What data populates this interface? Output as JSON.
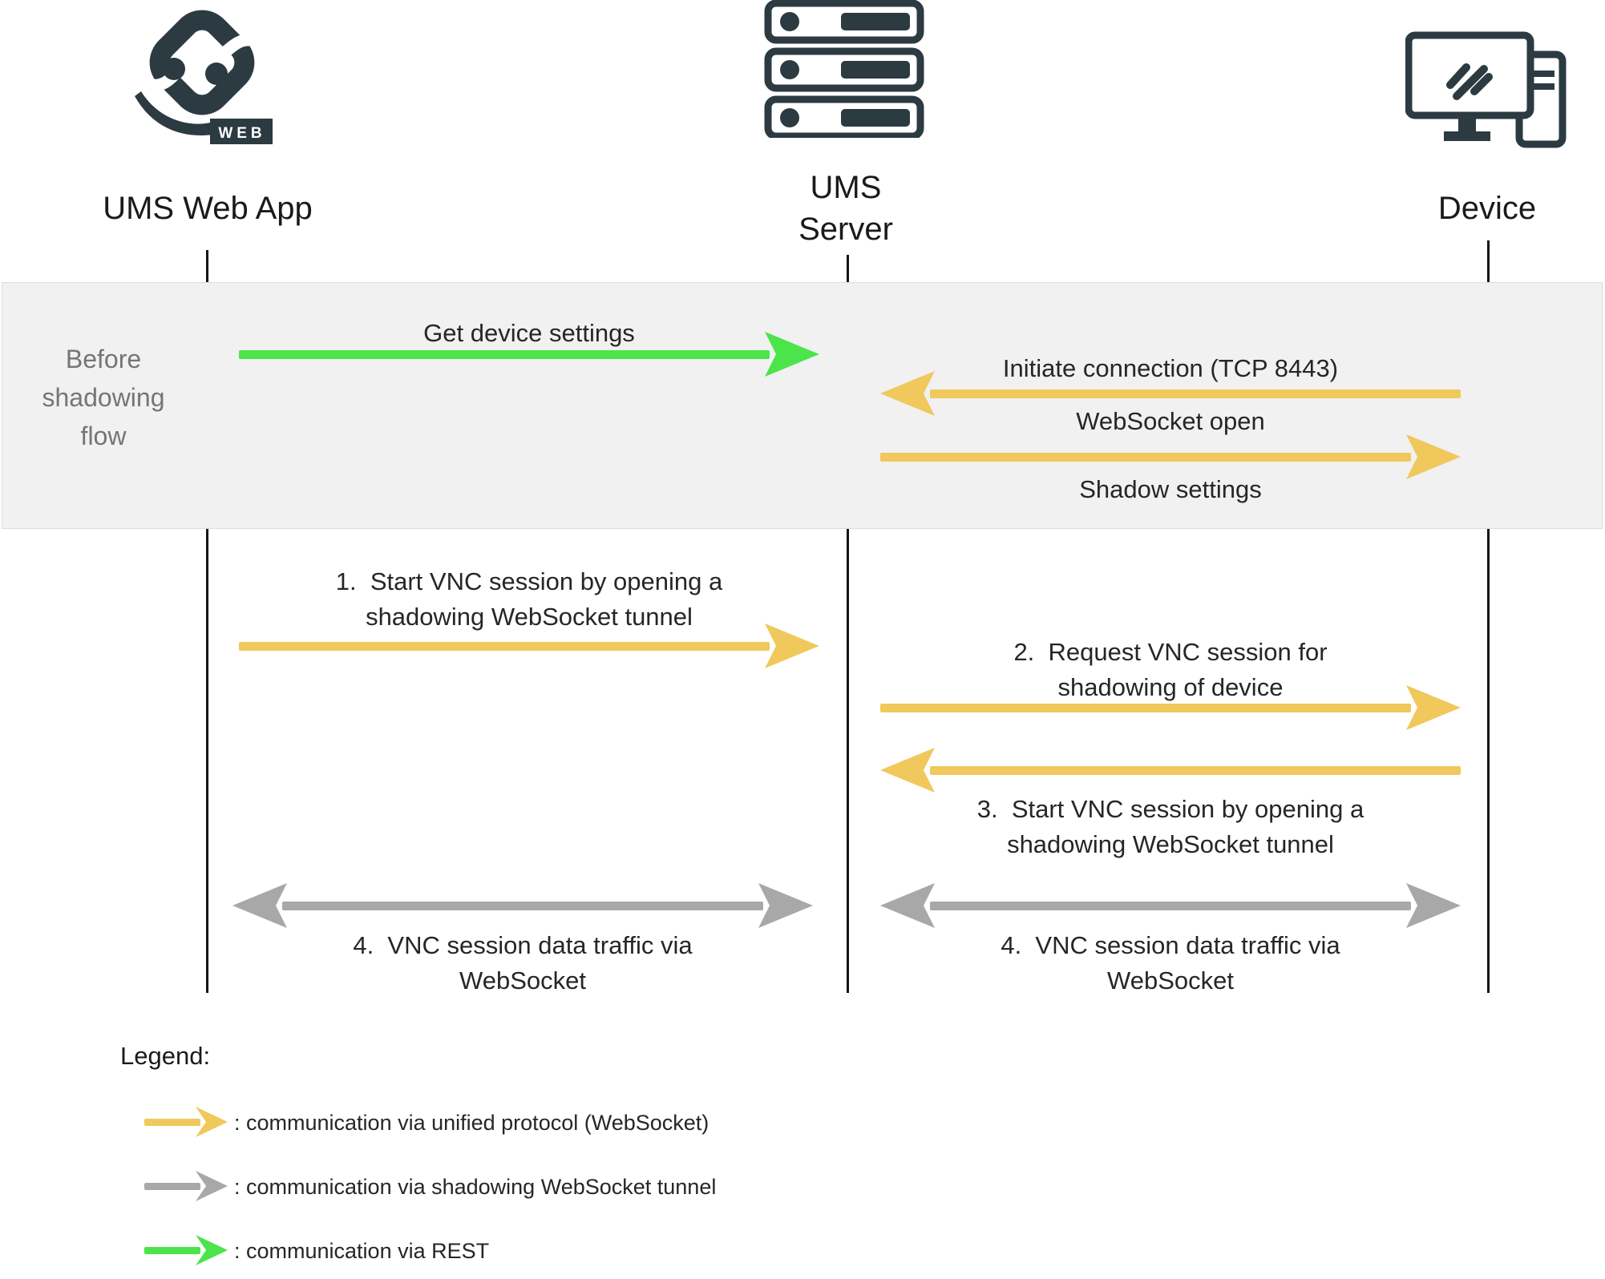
{
  "actors": [
    {
      "id": "ums-web-app",
      "label": "UMS Web App",
      "icon": "ums-web-app-logo-icon",
      "badge": "WEB"
    },
    {
      "id": "ums-server",
      "label": "UMS\nServer",
      "icon": "server-rack-icon"
    },
    {
      "id": "device",
      "label": "Device",
      "icon": "device-workstation-icon"
    }
  ],
  "phase": {
    "label": "Before\nshadowing\nflow"
  },
  "messages": {
    "get_device_settings": "Get device settings",
    "initiate_connection": "Initiate connection (TCP 8443)",
    "websocket_open": "WebSocket open",
    "shadow_settings": "Shadow settings",
    "step1": "1.  Start VNC session by opening a\nshadowing WebSocket tunnel",
    "step2": "2.  Request VNC session for\nshadowing of device",
    "step3": "3.  Start VNC session by opening a\nshadowing WebSocket tunnel",
    "step4": "4.  VNC session data traffic via\nWebSocket"
  },
  "legend": {
    "title": "Legend:",
    "items": [
      {
        "style": "unified-protocol",
        "color": "#F0C85C",
        "label": ": communication via unified protocol (WebSocket)"
      },
      {
        "style": "shadowing-tunnel",
        "color": "#A8A8A8",
        "label": ": communication via shadowing WebSocket tunnel"
      },
      {
        "style": "rest",
        "color": "#4BE44B",
        "label": ": communication via REST"
      }
    ]
  },
  "colors": {
    "accent_yellow": "#F0C85C",
    "accent_green": "#4BE44B",
    "accent_gray": "#A8A8A8",
    "icon_dark": "#2C3A42",
    "band_bg": "#F1F1F1",
    "band_text": "#757575"
  }
}
